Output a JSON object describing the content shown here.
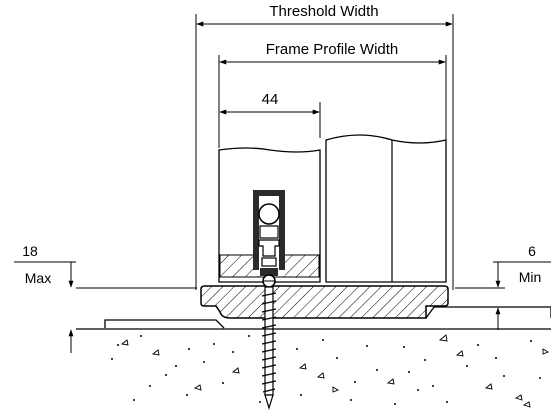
{
  "labels": {
    "threshold_width": "Threshold Width",
    "frame_profile_width": "Frame Profile Width",
    "dim_44": "44",
    "left_value": "18",
    "left_unit": "Max",
    "right_value": "6",
    "right_unit": "Min"
  },
  "colors": {
    "line": "#000000",
    "background": "#ffffff",
    "seal": "#2a2a2a"
  }
}
